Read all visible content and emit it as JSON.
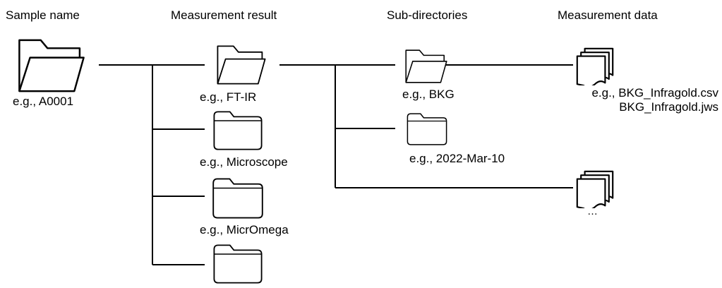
{
  "headers": {
    "sample_name": "Sample name",
    "measurement_result": "Measurement result",
    "sub_directories": "Sub-directories",
    "measurement_data": "Measurement data"
  },
  "sample": {
    "label": "e.g., A0001",
    "icon": "open-folder-icon"
  },
  "results": [
    {
      "label": "e.g., FT-IR",
      "icon": "open-folder-icon"
    },
    {
      "label": "e.g., Microscope",
      "icon": "folder-icon"
    },
    {
      "label": "e.g., MicrOmega",
      "icon": "folder-icon"
    },
    {
      "label": "",
      "icon": "folder-icon"
    }
  ],
  "subdirs": [
    {
      "label": "e.g., BKG",
      "icon": "open-folder-icon"
    },
    {
      "label": "e.g., 2022-Mar-10",
      "icon": "folder-icon"
    }
  ],
  "data_files": [
    {
      "label_line1": "e.g., BKG_Infragold.csv",
      "label_line2": "BKG_Infragold.jws",
      "icon": "file-stack-icon"
    },
    {
      "label_line1": "…",
      "icon": "file-stack-icon"
    }
  ]
}
